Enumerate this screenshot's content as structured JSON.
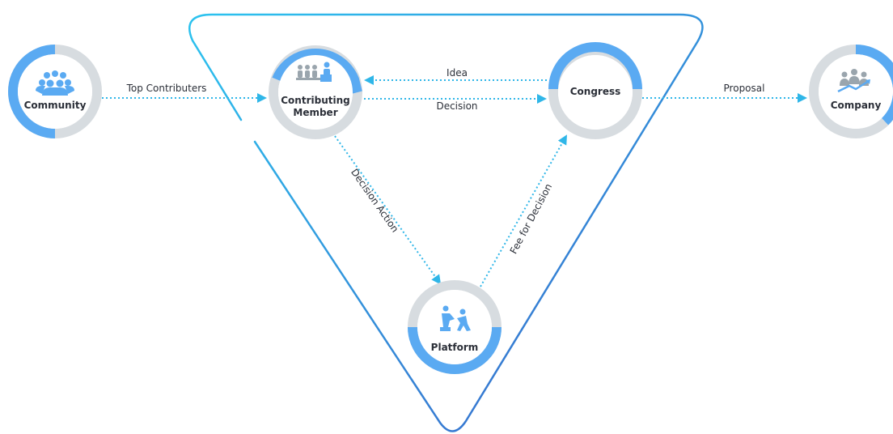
{
  "nodes": {
    "community": {
      "label": "Community",
      "icon": "crowd-icon"
    },
    "contributing_member": {
      "label_line1": "Contributing",
      "label_line2": "Member",
      "icon": "meeting-icon"
    },
    "congress": {
      "label": "Congress"
    },
    "platform": {
      "label": "Platform",
      "icon": "helping-hand-icon"
    },
    "company": {
      "label": "Company",
      "icon": "team-growth-icon"
    }
  },
  "edges": {
    "top_contributers": "Top Contributers",
    "idea": "Idea",
    "decision": "Decision",
    "proposal": "Proposal",
    "decision_action": "Decision Action",
    "fee_for_decision": "Fee for Decision"
  },
  "colors": {
    "ring_accent": "#5aaaf2",
    "ring_grey": "#d7dce0",
    "dotted_line": "#2fb6e8",
    "triangle_start": "#2cc3ef",
    "triangle_end": "#3a62c8",
    "icon": "#5aaaf2",
    "icon_grey": "#9aa5ad"
  }
}
